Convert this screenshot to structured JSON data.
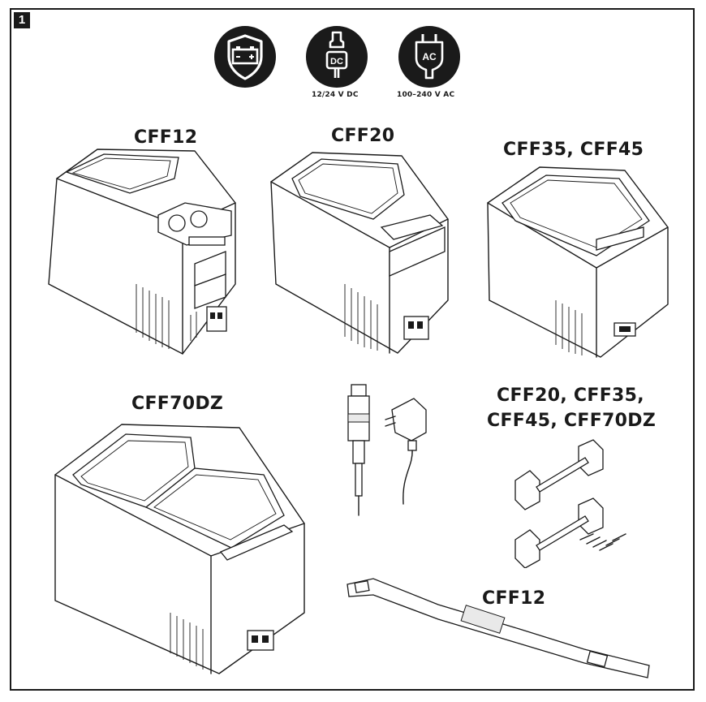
{
  "figure": {
    "number": "1"
  },
  "power": [
    {
      "icon": "battery-shield-icon",
      "label": ""
    },
    {
      "icon": "dc-plug-icon",
      "glyph": "DC",
      "label": "12/24 V DC"
    },
    {
      "icon": "ac-plug-icon",
      "glyph": "AC",
      "label": "100–240 V AC"
    }
  ],
  "models": {
    "cff12": "CFF12",
    "cff20": "CFF20",
    "cff35_45": "CFF35, CFF45",
    "cff70dz": "CFF70DZ",
    "handles_line1": "CFF20, CFF35,",
    "handles_line2": "CFF45, CFF70DZ",
    "strap": "CFF12"
  }
}
